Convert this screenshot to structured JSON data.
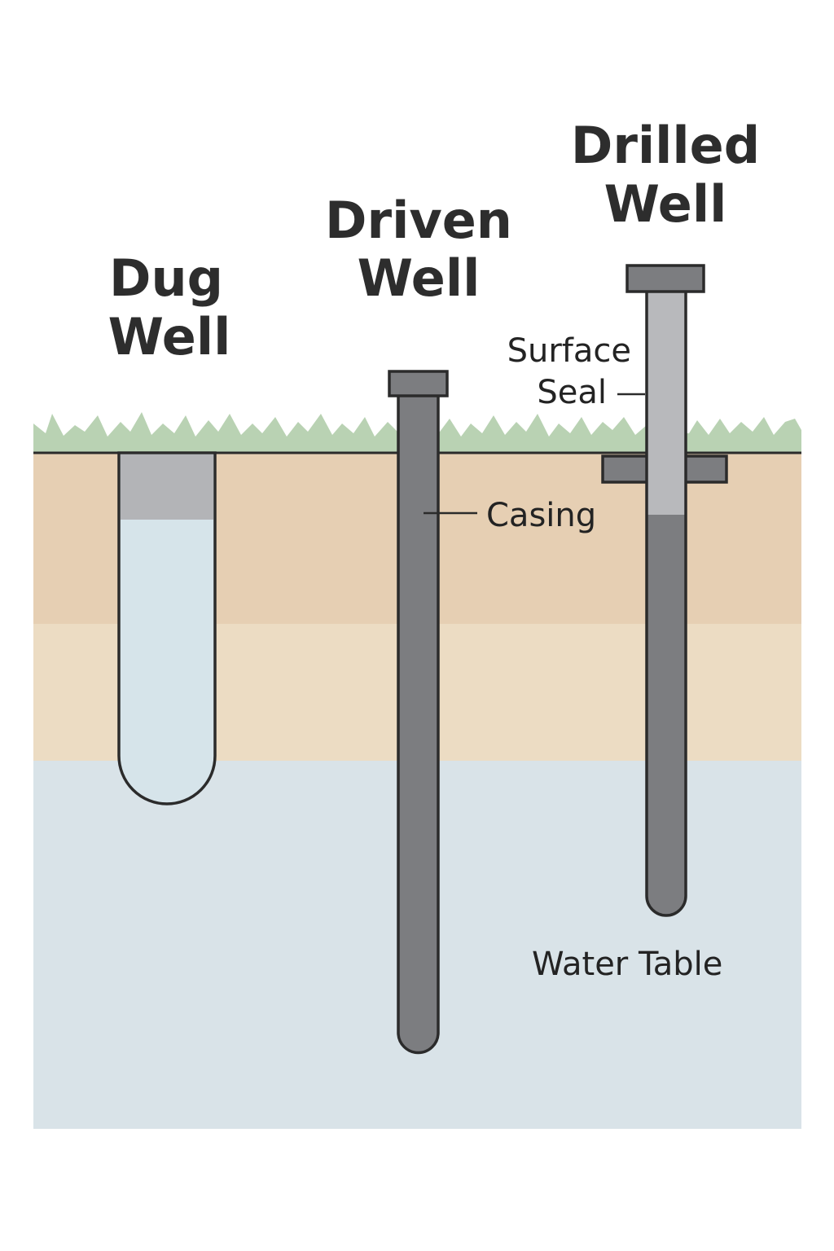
{
  "wells": {
    "dug": {
      "title_line1": "Dug",
      "title_line2": "Well"
    },
    "driven": {
      "title_line1": "Driven",
      "title_line2": "Well"
    },
    "drilled": {
      "title_line1": "Drilled",
      "title_line2": "Well"
    }
  },
  "labels": {
    "surface_seal_line1": "Surface",
    "surface_seal_line2": "Seal",
    "casing": "Casing",
    "water_table": "Water Table"
  },
  "colors": {
    "grass": "#b9d2b3",
    "soil_upper": "#e6cfb3",
    "soil_lower": "#ecdcc3",
    "groundwater": "#d9e3e8",
    "well_water": "#d6e4ea",
    "pipe_dark": "#7c7d80",
    "pipe_light": "#b8b9bc",
    "outline": "#2b2b2b"
  }
}
